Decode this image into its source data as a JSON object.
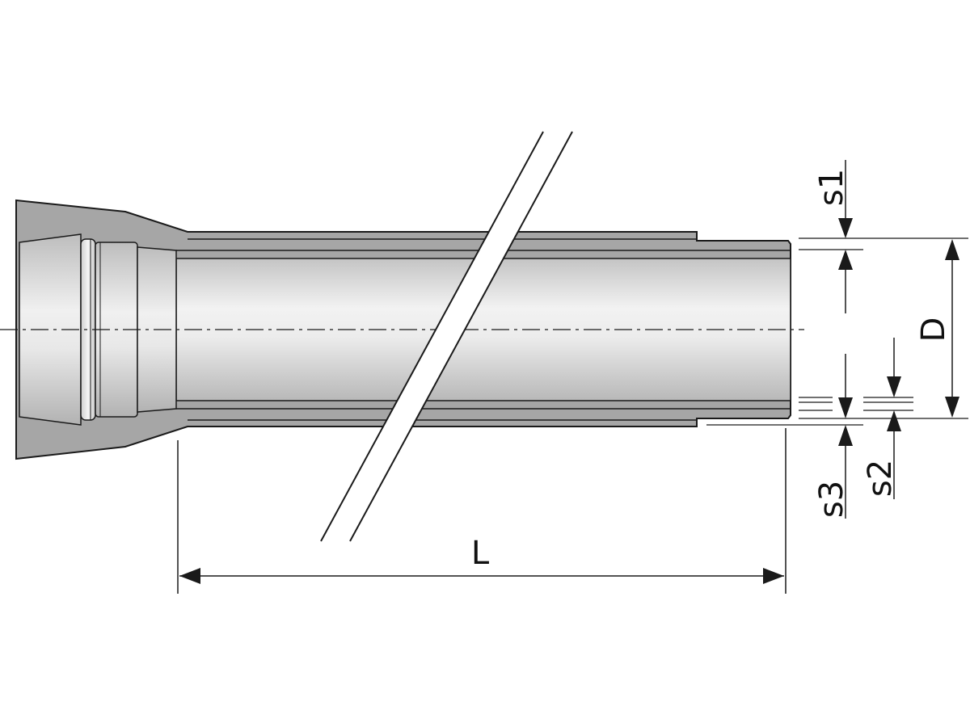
{
  "labels": {
    "s1": "s1",
    "D": "D",
    "s2": "s2",
    "s3": "s3",
    "L": "L"
  },
  "colors": {
    "line": "#1a1a1a",
    "wall_fill": "#a6a6a6",
    "wall_fill_dark": "#8f8f8f",
    "bore_light": "#f4f4f4",
    "bore_mid": "#d6d6d6",
    "bore_dark": "#bdbdbd",
    "background": "#ffffff"
  }
}
